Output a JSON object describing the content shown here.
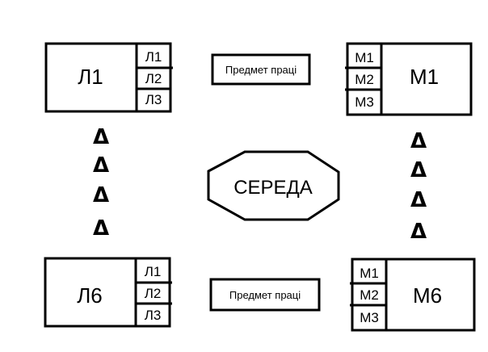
{
  "blocks": {
    "top_left": {
      "title": "Л1",
      "items": [
        "Л1",
        "Л2",
        "Л3"
      ]
    },
    "top_right": {
      "title": "М1",
      "items": [
        "М1",
        "М2",
        "М3"
      ]
    },
    "bottom_left": {
      "title": "Л6",
      "items": [
        "Л1",
        "Л2",
        "Л3"
      ]
    },
    "bottom_right": {
      "title": "М6",
      "items": [
        "М1",
        "М2",
        "М3"
      ]
    }
  },
  "subject_top": "Предмет праці",
  "subject_bottom": "Предмет праці",
  "center": "СЕРЕДА",
  "arrows": {
    "left": [
      "Δ",
      "Δ",
      "Δ",
      "Δ"
    ],
    "right": [
      "Δ",
      "Δ",
      "Δ",
      "Δ"
    ]
  }
}
